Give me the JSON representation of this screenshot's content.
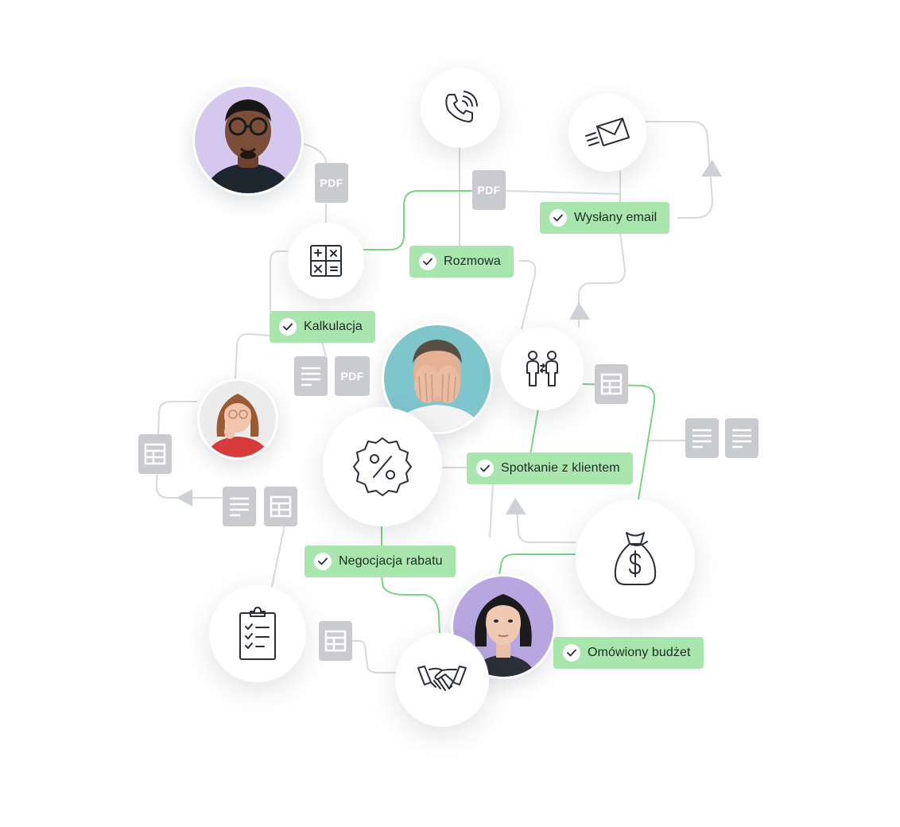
{
  "badges": {
    "email": "Wysłany email",
    "call": "Rozmowa",
    "calc": "Kalkulacja",
    "meeting": "Spotkanie z klientem",
    "discount": "Negocjacja rabatu",
    "budget": "Omówiony budżet"
  },
  "docs": {
    "pdf_label": "PDF"
  },
  "icons": {
    "phone": "phone-icon",
    "email": "envelope-send-icon",
    "calculator": "calculator-icon",
    "meeting": "people-exchange-icon",
    "discount": "percent-badge-icon",
    "budget": "money-bag-icon",
    "checklist": "clipboard-checklist-icon",
    "deal": "handshake-icon"
  },
  "colors": {
    "badge_bg": "#a8e6ae",
    "line_green": "#79d386",
    "line_gray": "#d7d9de",
    "doc_gray": "#c9cbcf"
  }
}
